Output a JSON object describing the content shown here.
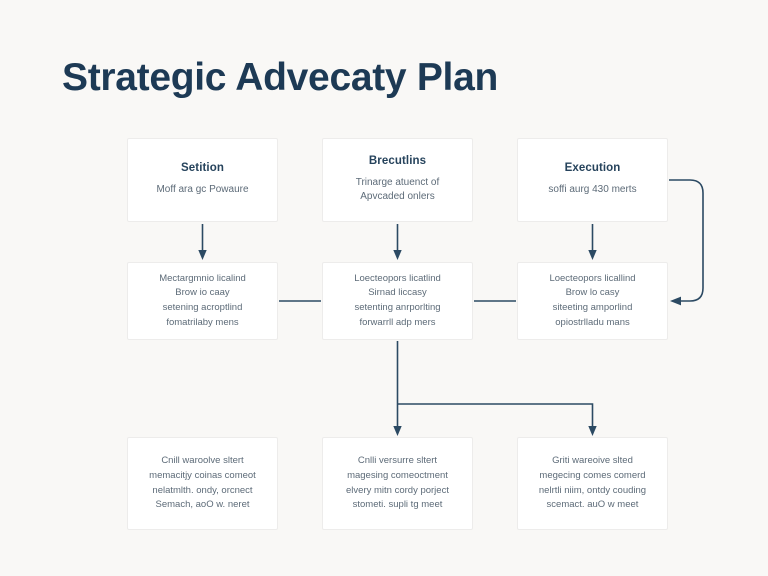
{
  "page": {
    "title": "Strategic Advecaty Plan",
    "background_color": "#f9f8f6",
    "accent_color": "#1d3a55",
    "connector_color": "#2c4a63",
    "node_fill": "#ffffff"
  },
  "flow": {
    "head_row": [
      {
        "name": "strategy",
        "title": "Setition",
        "sub_lines": [
          "Moff ara gc Powaure"
        ]
      },
      {
        "name": "planning",
        "title": "Brecutlins",
        "sub_lines": [
          "Trinarge atuenct of",
          "Apvcaded onlers"
        ]
      },
      {
        "name": "execution",
        "title": "Execution",
        "sub_lines": [
          "soffi aurg 430 merts"
        ]
      }
    ],
    "mid_row": [
      {
        "name": "stage-one",
        "body_lines": [
          "Mectargmnio licalind",
          "Brow io caay",
          "setening acroptlind",
          "fomatrilaby mens"
        ]
      },
      {
        "name": "stage-two",
        "body_lines": [
          "Loecteopors licatlind",
          "Sirnad liccasy",
          "setenting anrporlting",
          "forwarrll adp mers"
        ]
      },
      {
        "name": "stage-three",
        "body_lines": [
          "Loecteopors licallind",
          "Brow lo casy",
          "siteeting amporlind",
          "opiostrlladu mans"
        ]
      }
    ],
    "leaf_row": [
      {
        "name": "outcome-one",
        "body_lines": [
          "Cnill waroolve sltert",
          "memacitjy coinas comeot",
          "nelatmlth. ondy, orcnect",
          "Semach, aoO w. neret"
        ]
      },
      {
        "name": "outcome-two",
        "body_lines": [
          "Cnlli versurre sltert",
          "magesing comeoctment",
          "elvery mitn cordy porject",
          "stometi. supli tg meet"
        ]
      },
      {
        "name": "outcome-three",
        "body_lines": [
          "Griti wareoive slted",
          "megecing comes comerd",
          "nelrtli niim, ontdy couding",
          "scemact. auO w meet"
        ]
      }
    ]
  },
  "connectors": {
    "head_to_mid": [
      "arrow-down-col1",
      "arrow-down-col2",
      "arrow-down-col3"
    ],
    "mid_links": [
      "line-mid-1-2",
      "line-mid-2-3"
    ],
    "feedback_loop": "loop-execution-to-stage-three",
    "mid_to_leaf": [
      "arrow-down-leaf2",
      "arrow-down-leaf3"
    ]
  }
}
